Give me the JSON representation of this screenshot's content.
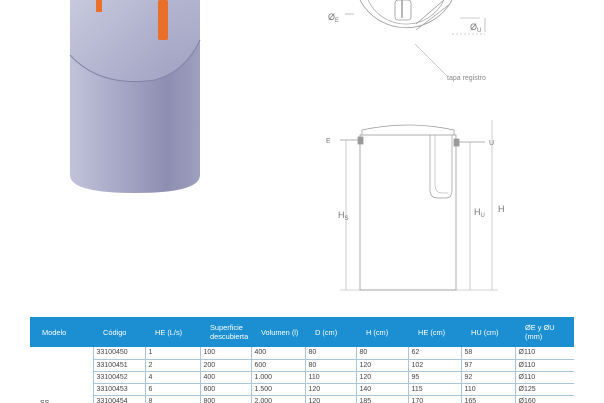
{
  "callout": {
    "text": "tapa registro"
  },
  "dimension_labels": {
    "e_diameter_sub": "E",
    "u_diameter_sub": "U",
    "e_arrow": "E",
    "u_arrow": "U",
    "hs_main": "H",
    "hs_sub": "S",
    "hu_main": "H",
    "hu_sub": "U",
    "h": "H"
  },
  "table": {
    "headers": [
      "Modelo",
      "Código",
      "HE (L/s)",
      "Superficie descubierta",
      "Volumen (l)",
      "D (cm)",
      "H (cm)",
      "HE (cm)",
      "HU (cm)",
      "ØE y ØU (mm)"
    ],
    "model": "SS",
    "rows": [
      [
        "33100450",
        "1",
        "100",
        "400",
        "80",
        "80",
        "62",
        "58",
        "Ø110"
      ],
      [
        "33100451",
        "2",
        "200",
        "600",
        "80",
        "120",
        "102",
        "97",
        "Ø110"
      ],
      [
        "33100452",
        "4",
        "400",
        "1.000",
        "110",
        "120",
        "95",
        "92",
        "Ø110"
      ],
      [
        "33100453",
        "6",
        "600",
        "1.500",
        "120",
        "140",
        "115",
        "110",
        "Ø125"
      ],
      [
        "33100454",
        "8",
        "800",
        "2.000",
        "120",
        "185",
        "170",
        "165",
        "Ø160"
      ]
    ]
  },
  "colors": {
    "header": "#1b8fd1",
    "tank": "#a3a4c4",
    "fittings": "#e8702a",
    "lines": "#9a9a9a"
  }
}
